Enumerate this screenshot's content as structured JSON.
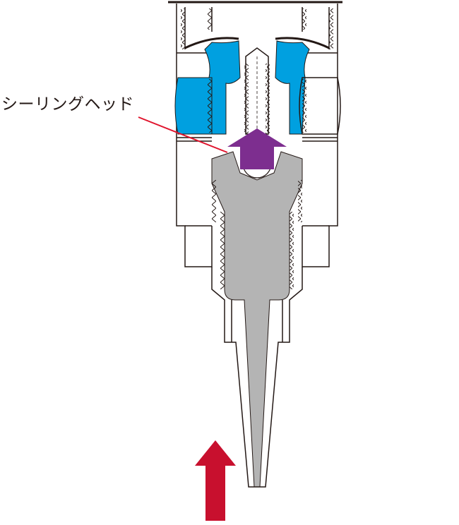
{
  "callout": {
    "text": "シーリングヘッド"
  },
  "colors": {
    "fluid": "#00a0e0",
    "seal_head": "#b4b4b4",
    "flow_arrow": "#7d2e8f",
    "pressure_arrow": "#c8102e",
    "leader_line": "#e0142d",
    "outline": "#231815"
  },
  "icons": {
    "flow_arrow": "up-arrow-purple",
    "pressure_arrow": "up-arrow-red"
  }
}
